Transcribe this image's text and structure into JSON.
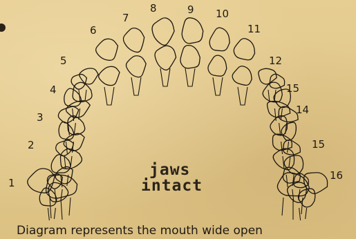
{
  "diagram": {
    "tooth_numbers": [
      "1",
      "2",
      "3",
      "4",
      "5",
      "6",
      "7",
      "8",
      "9",
      "10",
      "11",
      "12",
      "15",
      "14",
      "15",
      "16"
    ],
    "stamp_line1": "jaws",
    "stamp_line2": "intact",
    "caption": "Diagram represents the mouth wide open"
  }
}
